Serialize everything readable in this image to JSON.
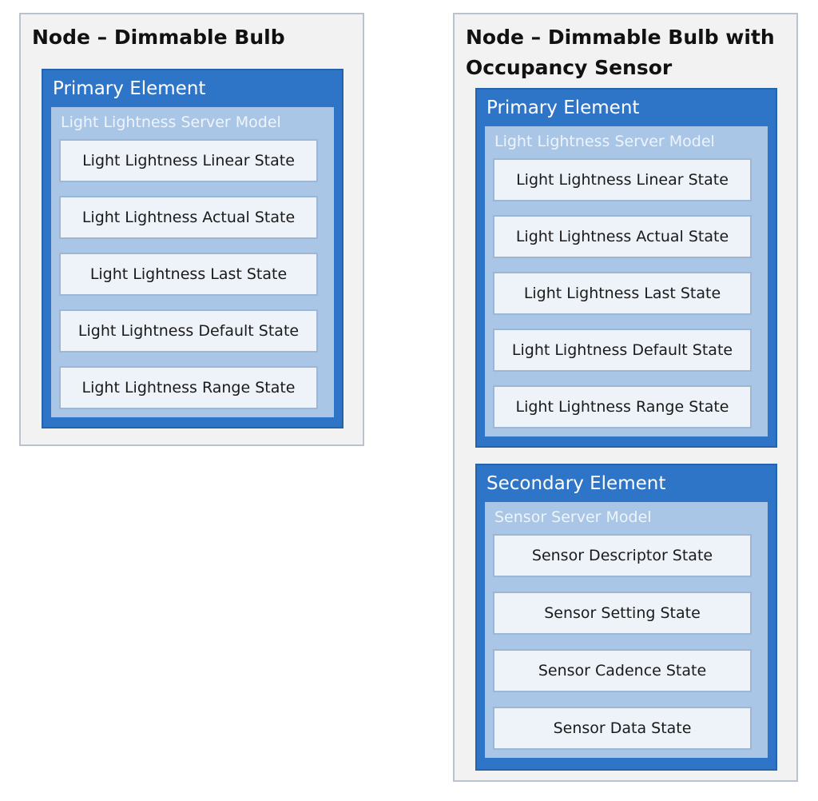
{
  "nodes": [
    {
      "title": "Node – Dimmable Bulb",
      "elements": [
        {
          "title": "Primary Element",
          "model": "Light Lightness Server Model",
          "states": [
            "Light Lightness Linear State",
            "Light Lightness Actual State",
            "Light Lightness Last State",
            "Light Lightness Default State",
            "Light Lightness Range State"
          ]
        }
      ]
    },
    {
      "title": "Node – Dimmable Bulb with Occupancy Sensor",
      "elements": [
        {
          "title": "Primary Element",
          "model": "Light Lightness Server Model",
          "states": [
            "Light Lightness Linear State",
            "Light Lightness Actual State",
            "Light Lightness Last State",
            "Light Lightness Default State",
            "Light Lightness Range State"
          ]
        },
        {
          "title": "Secondary Element",
          "model": "Sensor Server Model",
          "states": [
            "Sensor Descriptor State",
            "Sensor Setting State",
            "Sensor Cadence State",
            "Sensor Data State"
          ]
        }
      ]
    }
  ]
}
